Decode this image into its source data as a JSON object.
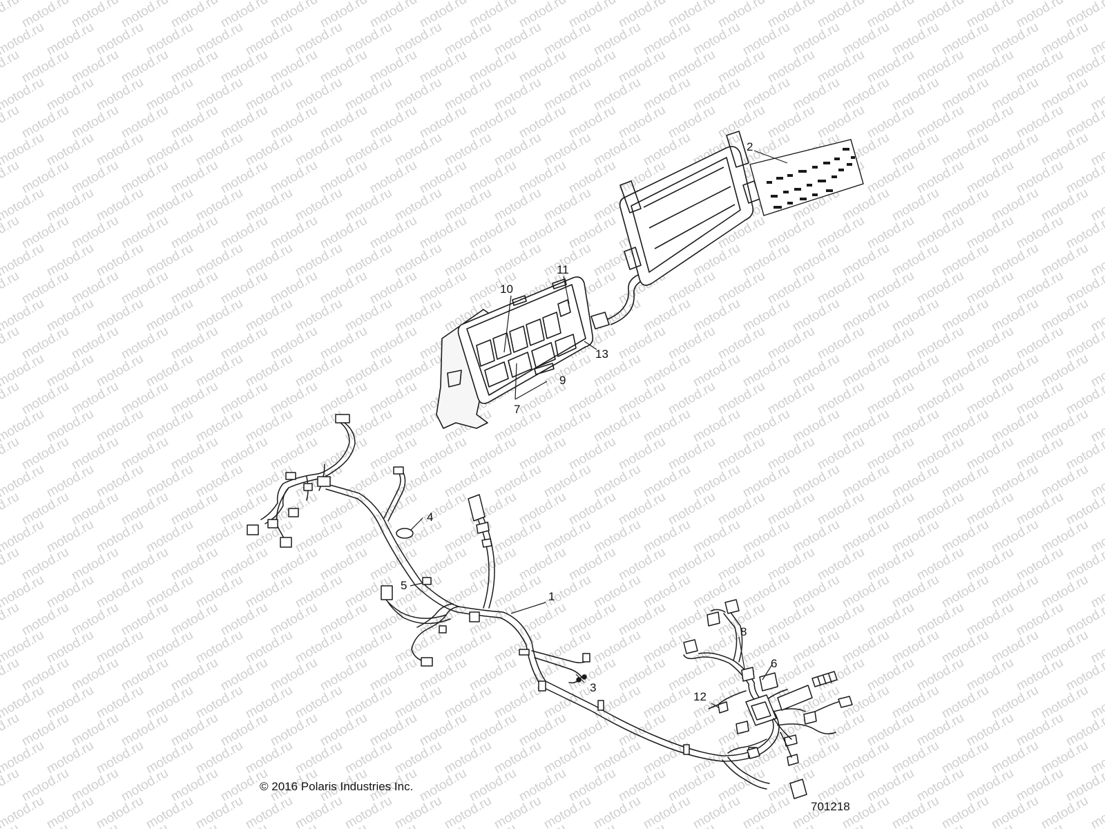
{
  "watermark": {
    "text": "motod.ru"
  },
  "callouts": {
    "c1": "1",
    "c2": "2",
    "c3": "3",
    "c4": "4",
    "c5": "5",
    "c6": "6",
    "c7": "7",
    "c8": "8",
    "c9": "9",
    "c10": "10",
    "c11": "11",
    "c12": "12",
    "c13": "13"
  },
  "footer": {
    "copyright": "© 2016 Polaris Industries Inc.",
    "drawing_number": "701218"
  },
  "colors": {
    "line": "#1a1a1a",
    "watermark": "#cfcfcf",
    "background": "#ffffff"
  }
}
